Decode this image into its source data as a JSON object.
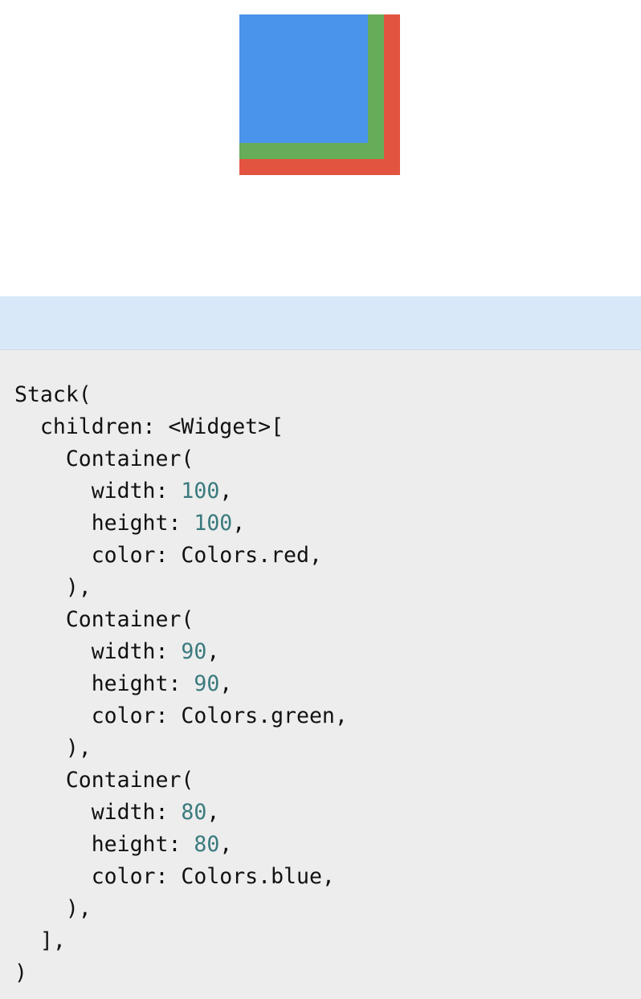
{
  "colors": {
    "red": "#e35440",
    "green": "#66ac59",
    "blue": "#4a94ec",
    "number": "#3a7a7e",
    "caption_bar": "#d9e8f8",
    "code_background": "#ededed"
  },
  "code": {
    "line1": "Stack(",
    "line2": "  children: <Widget>[",
    "line3": "    Container(",
    "line4_key": "      width: ",
    "line4_num": "100",
    "line4_end": ",",
    "line5_key": "      height: ",
    "line5_num": "100",
    "line5_end": ",",
    "line6": "      color: Colors.red,",
    "line7": "    ),",
    "line8": "    Container(",
    "line9_key": "      width: ",
    "line9_num": "90",
    "line9_end": ",",
    "line10_key": "      height: ",
    "line10_num": "90",
    "line10_end": ",",
    "line11": "      color: Colors.green,",
    "line12": "    ),",
    "line13": "    Container(",
    "line14_key": "      width: ",
    "line14_num": "80",
    "line14_end": ",",
    "line15_key": "      height: ",
    "line15_num": "80",
    "line15_end": ",",
    "line16": "      color: Colors.blue,",
    "line17": "    ),",
    "line18": "  ],",
    "line19": ")"
  }
}
